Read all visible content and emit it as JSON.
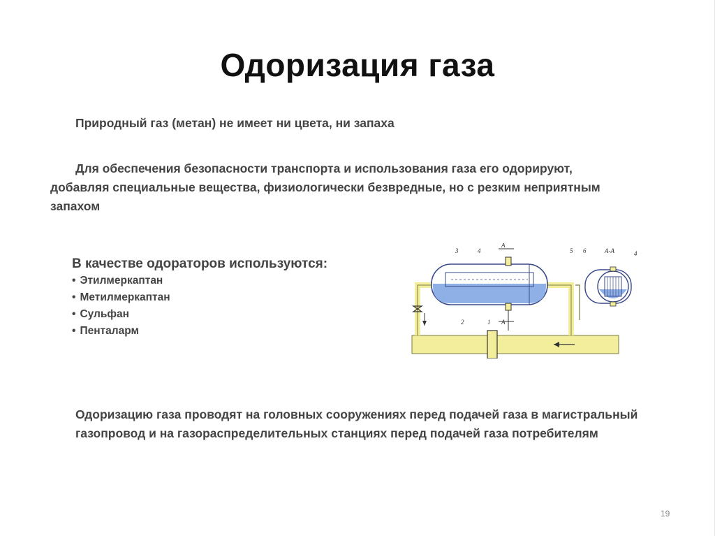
{
  "slide": {
    "title": "Одоризация газа",
    "paragraph_1": "Природный газ (метан) не имеет ни цвета, ни запаха",
    "paragraph_2": "Для обеспечения безопасности транспорта и использования газа его одорируют, добавляя специальные вещества, физиологически безвредные, но с резким неприятным запахом",
    "odorants_heading": "В качестве одораторов используются:",
    "odorants": [
      "Этилмеркаптан",
      "Метилмеркаптан",
      "Сульфан",
      "Пенталарм"
    ],
    "paragraph_3": "Одоризацию газа проводят на головных сооружениях перед подачей газа в магистральный газопровод и на газораспределительных станциях перед подачей газа потребителям",
    "page_number": "19"
  },
  "diagram": {
    "labels": {
      "n3": "3",
      "n4": "4",
      "n4b": "4",
      "n5": "5",
      "n6": "6",
      "n2": "2",
      "n1": "1",
      "a_top": "A",
      "a_bottom": "A",
      "section": "A-A"
    },
    "colors": {
      "pipe": "#f3ee9c",
      "liquid": "#8fb0e6",
      "outline": "#3a4a8a"
    }
  }
}
